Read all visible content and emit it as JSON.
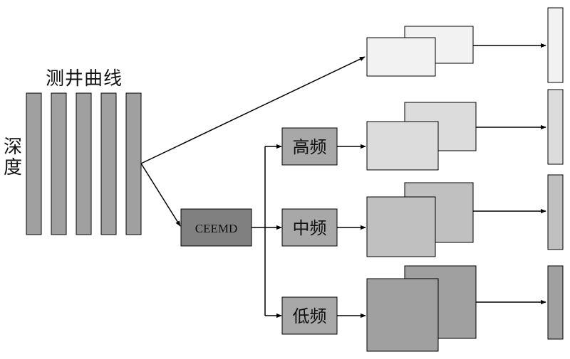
{
  "labels": {
    "curves": "测井曲线",
    "depth": "深度",
    "ceemd": "CEEMD",
    "high": "高频",
    "mid": "中频",
    "low": "低频"
  },
  "colors": {
    "curve_bar": "#a0a0a0",
    "ceemd_box": "#808080",
    "freq_box": "#a8a8a8",
    "lightest": "#f2f2f2",
    "light": "#dcdcdc",
    "medium": "#c0c0c0",
    "dark": "#a0a0a0",
    "stroke": "#000000"
  }
}
